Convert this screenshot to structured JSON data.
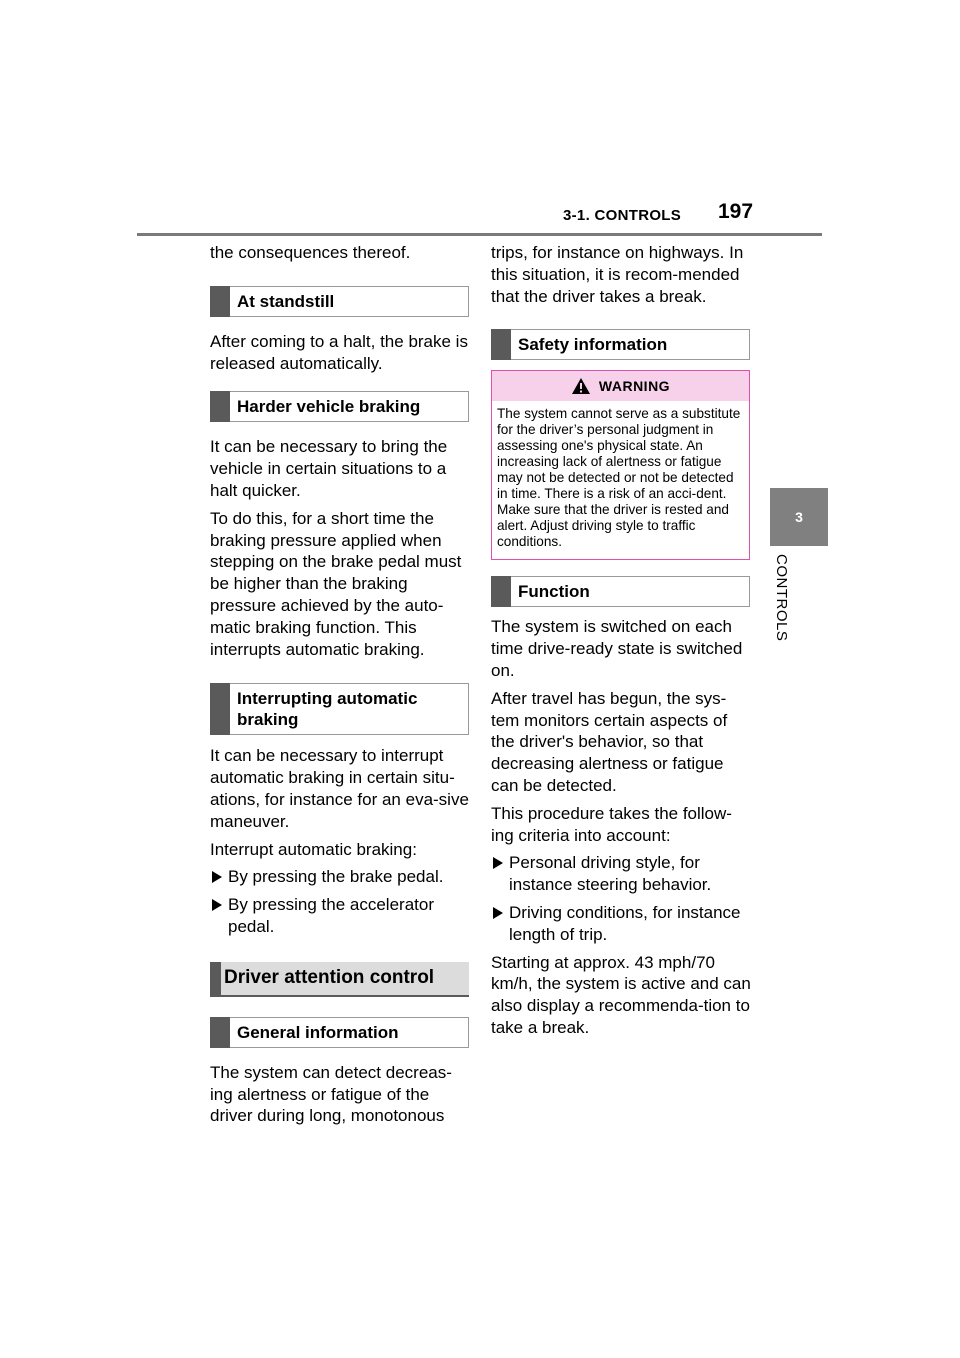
{
  "header": {
    "section": "3-1. CONTROLS",
    "page_number": "197"
  },
  "side_tab": {
    "chapter": "3",
    "label": "CONTROLS"
  },
  "left": {
    "p1": "the consequences thereof.",
    "h_standstill": "At standstill",
    "p2": "After coming to a halt, the brake is released automatically.",
    "h_harder": "Harder vehicle braking",
    "p3": "It can be necessary to bring the vehicle in certain situations to a halt quicker.",
    "p4": "To do this, for a short time the braking pressure applied when stepping on the brake pedal must be higher than the braking pressure achieved by the auto-matic braking function. This interrupts automatic braking.",
    "h_interrupting": "Interrupting automatic braking",
    "p5": "It can be necessary to interrupt automatic braking in certain situ-ations, for instance for an eva-sive maneuver.",
    "p6": "Interrupt automatic braking:",
    "b1": "By pressing the brake pedal.",
    "b2": "By pressing the accelerator pedal.",
    "h_driver_attention": "Driver attention control",
    "h_general": "General information",
    "p7": "The system can detect decreas-ing alertness or fatigue of the driver during long, monotonous"
  },
  "right": {
    "p1": "trips, for instance on highways. In this situation, it is recom-mended that the driver takes a break.",
    "h_safety": "Safety information",
    "warning_title": "WARNING",
    "warning_text": "The system cannot serve as a substitute for the driver’s personal judgment in assessing one's physical state. An increasing lack of alertness or fatigue may not be detected or not be detected in time. There is a risk of an acci-dent. Make sure that the driver is rested and alert. Adjust driving style to traffic conditions.",
    "h_function": "Function",
    "p2": "The system is switched on each time drive-ready state is switched on.",
    "p3": "After travel has begun, the sys-tem monitors certain aspects of the driver's behavior, so that decreasing alertness or fatigue can be detected.",
    "p4": "This procedure takes the follow-ing criteria into account:",
    "b1": "Personal driving style, for instance steering behavior.",
    "b2": "Driving conditions, for instance length of trip.",
    "p5": "Starting at approx. 43 mph/70 km/h, the system is active and can also display a recommenda-tion to take a break."
  },
  "colors": {
    "warning_border": "#e04fb0",
    "warning_fill": "#f7d1ea",
    "heading_bar": "#5a5a5a"
  },
  "icons": {
    "warning": "warning-triangle-icon",
    "bullet": "triangle-bullet-icon"
  }
}
